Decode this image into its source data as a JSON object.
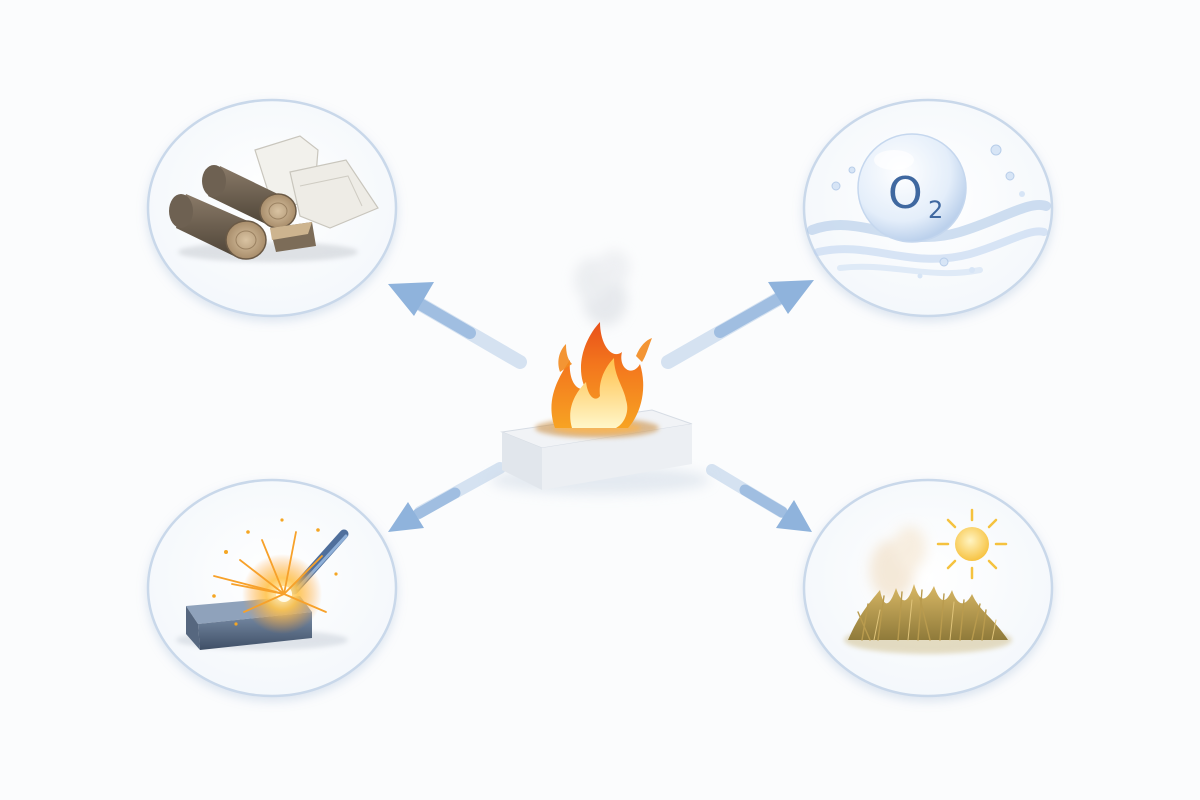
{
  "diagram": {
    "center": {
      "icon": "burning-block-icon"
    },
    "nodes": [
      {
        "id": "fuel",
        "icon": "wood-logs-paper-icon"
      },
      {
        "id": "oxygen",
        "icon": "oxygen-molecule-icon",
        "symbol": "O",
        "subscript": "2"
      },
      {
        "id": "ignition",
        "icon": "sparks-metal-bar-icon"
      },
      {
        "id": "heat",
        "icon": "sun-dry-grass-icon"
      }
    ],
    "arrows": [
      {
        "from": "center",
        "to": "fuel"
      },
      {
        "from": "center",
        "to": "oxygen"
      },
      {
        "from": "center",
        "to": "ignition"
      },
      {
        "from": "center",
        "to": "heat"
      }
    ],
    "colors": {
      "arrow": "#8fb3dc",
      "circle_border": "#c9d8ea",
      "oxygen_text": "#3f68a0",
      "flame": "#f6941e"
    }
  }
}
